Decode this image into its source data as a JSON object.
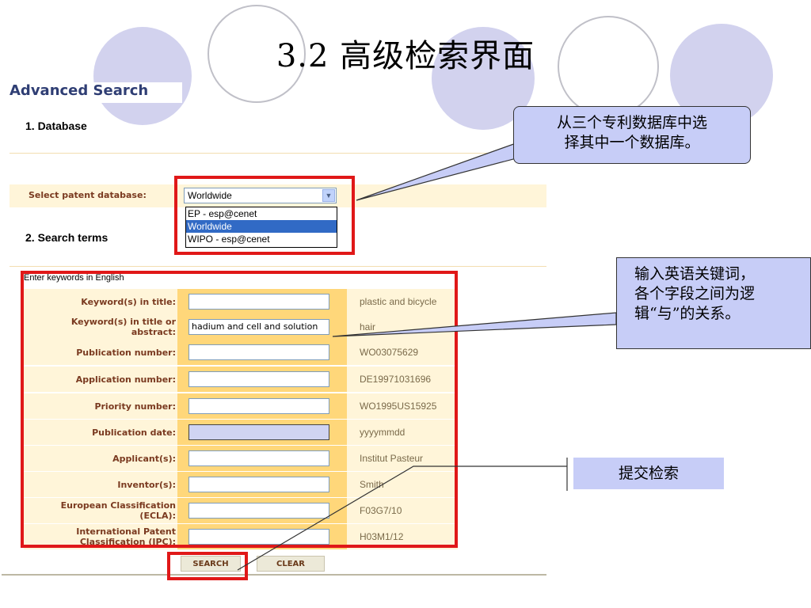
{
  "slide": {
    "title": "3.2 高级检索界面"
  },
  "panel": {
    "heading": "Advanced Search",
    "section_database": "1. Database",
    "select_label": "Select patent database:",
    "selected_value": "Worldwide",
    "dropdown_options": [
      "EP - esp@cenet",
      "Worldwide",
      "WIPO - esp@cenet"
    ],
    "section_search_terms": "2. Search terms",
    "enter_keywords": "Enter keywords in English",
    "fields": [
      {
        "label": "Keyword(s) in title:",
        "value": "",
        "example": "plastic and bicycle"
      },
      {
        "label": "Keyword(s) in title or abstract:",
        "value": "hadium and cell and solution",
        "example": "hair"
      },
      {
        "label": "Publication number:",
        "value": "",
        "example": "WO03075629"
      },
      {
        "label": "Application number:",
        "value": "",
        "example": "DE19971031696"
      },
      {
        "label": "Priority number:",
        "value": "",
        "example": "WO1995US15925"
      },
      {
        "label": "Publication date:",
        "value": "",
        "example": "yyyymmdd"
      },
      {
        "label": "Applicant(s):",
        "value": "",
        "example": "Institut Pasteur"
      },
      {
        "label": "Inventor(s):",
        "value": "",
        "example": "Smith"
      },
      {
        "label": "European Classification (ECLA):",
        "value": "",
        "example": "F03G7/10"
      },
      {
        "label": "International Patent Classification (IPC):",
        "value": "",
        "example": "H03M1/12"
      }
    ],
    "search_button": "SEARCH",
    "clear_button": "CLEAR"
  },
  "callouts": {
    "database": [
      "从三个专利数据库中选",
      "择其中一个数据库。"
    ],
    "keywords": [
      "输入英语关键词，",
      "各个字段之间为逻",
      "辑“与”的关系。"
    ],
    "submit": "提交检索"
  },
  "colors": {
    "highlight": "#e01818",
    "callout_bg": "#c7cdf7",
    "label_text": "#7a3a20",
    "input_column": "#ffd77a"
  }
}
